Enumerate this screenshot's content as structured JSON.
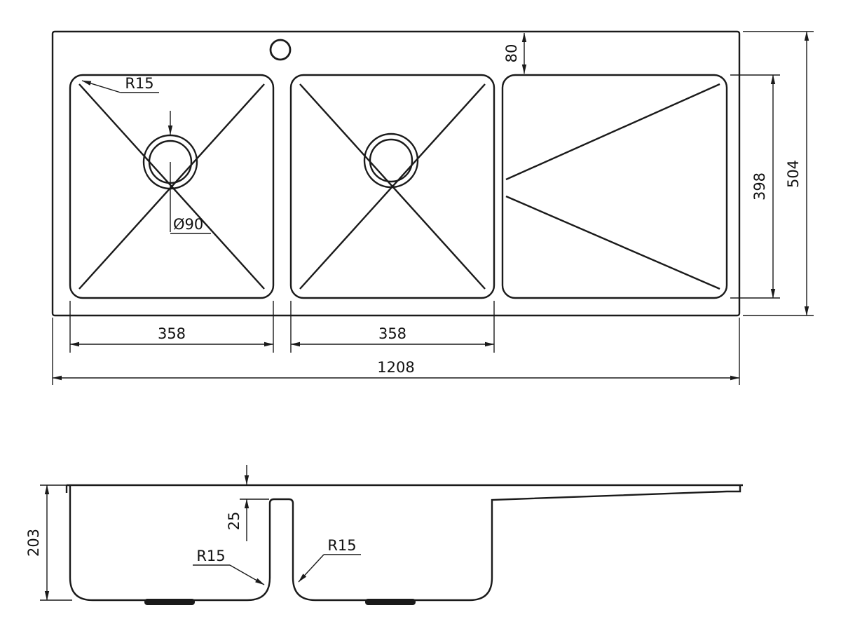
{
  "meta": {
    "background": "#ffffff",
    "line_color": "#1a1a1a",
    "drawing_type": "sink technical drawing, plan view and section view"
  },
  "top_view": {
    "faucet_offset": "80",
    "corner_radius": "R15",
    "drain_diameter": "Ø90",
    "left_bowl_width": "358",
    "right_bowl_width": "358",
    "overall_length": "1208",
    "bowl_depth": "398",
    "overall_width": "504"
  },
  "section_view": {
    "bowl_height": "203",
    "divider_offset": "25",
    "left_corner_radius": "R15",
    "right_corner_radius": "R15"
  }
}
